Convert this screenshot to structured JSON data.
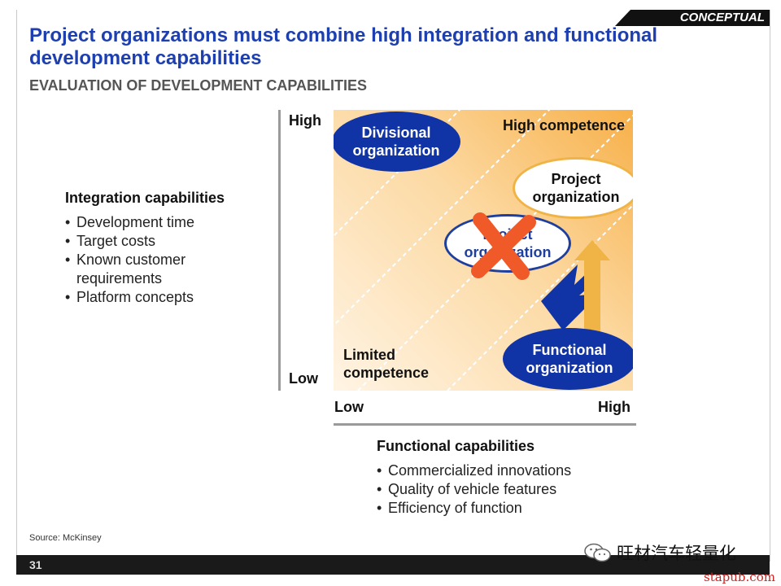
{
  "badge": "CONCEPTUAL",
  "title": "Project organizations must combine high integration and functional development capabilities",
  "subtitle": "EVALUATION OF DEVELOPMENT CAPABILITIES",
  "integration": {
    "heading": "Integration capabilities",
    "items": [
      "Development time",
      "Target costs",
      "Known customer requirements",
      "Platform concepts"
    ]
  },
  "functional": {
    "heading": "Functional capabilities",
    "items": [
      "Commercialized innovations",
      "Quality of vehicle features",
      "Efficiency of function"
    ]
  },
  "axes": {
    "y_high": "High",
    "y_low": "Low",
    "x_low": "Low",
    "x_high": "High"
  },
  "matrix": {
    "high_competence": "High competence",
    "limited_competence": "Limited competence",
    "divisional": "Divisional organization",
    "project_target": "Project organization",
    "project_crossed": "Project organization",
    "functional": "Functional organization"
  },
  "colors": {
    "title": "#1d3fb0",
    "blue": "#1034a6",
    "orange": "#f0b346",
    "cross": "#f05a28"
  },
  "source": "Source: McKinsey",
  "page_number": "31",
  "watermark": "旺材汽车轻量化",
  "site": "stapub.com"
}
